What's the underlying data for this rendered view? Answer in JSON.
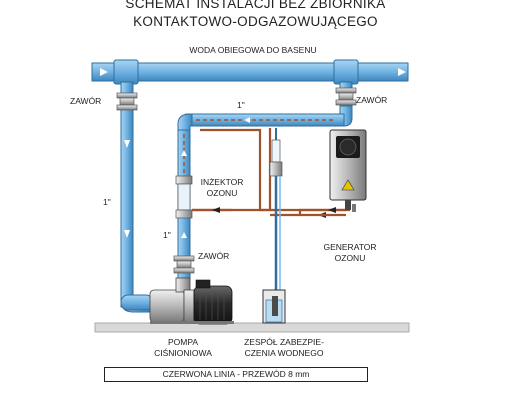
{
  "title_line1": "SCHEMAT INSTALACJI BEZ ZBIORNIKA",
  "title_line2": "KONTAKTOWO-ODGAZOWUJĄCEGO",
  "labels": {
    "pipe_main": "WODA OBIEGOWA DO BASENU",
    "valve_left": "ZAWÓR",
    "valve_right": "ZAWÓR",
    "valve_lower": "ZAWÓR",
    "size_top": "1\"",
    "size_left": "1\"",
    "size_middle": "1\"",
    "injector_line1": "INŻEKTOR",
    "injector_line2": "OZONU",
    "generator_line1": "GENERATOR",
    "generator_line2": "OZONU",
    "pump_line1": "POMPA",
    "pump_line2": "CIŚNIONIOWA",
    "safety_line1": "ZESPÓŁ ZABEZPIE-",
    "safety_line2": "CZENIA WODNEGO"
  },
  "legend": "CZERWONA LINIA - PRZEWÓD 8 mm",
  "colors": {
    "pipe": "#79b9e6",
    "pipe_edge": "#2f6f9e",
    "ozone_line": "#a0522d",
    "floor": "#dcdcdc"
  }
}
